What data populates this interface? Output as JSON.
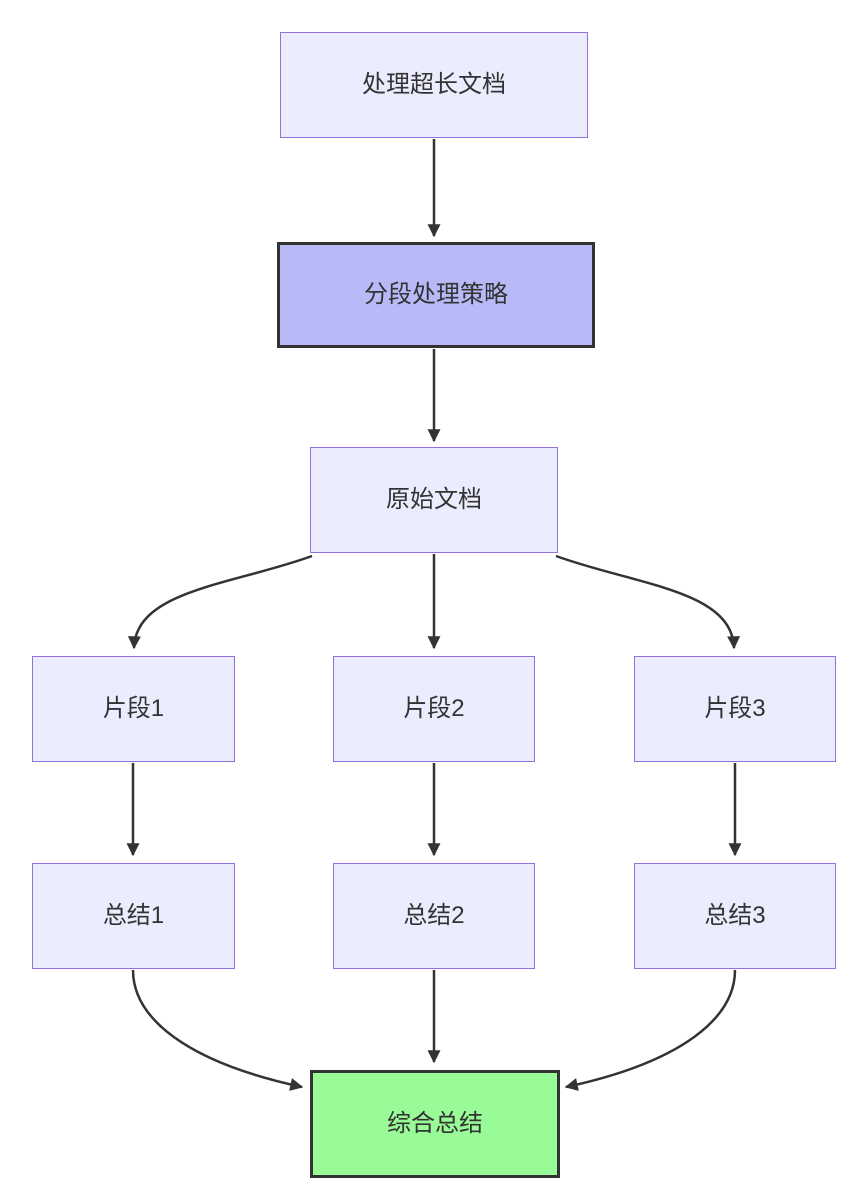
{
  "diagram": {
    "type": "flowchart-top-down",
    "nodes": [
      {
        "id": "A",
        "label": "处理超长文档",
        "style": "default"
      },
      {
        "id": "B",
        "label": "分段处理策略",
        "style": "emphasis-purple"
      },
      {
        "id": "C",
        "label": "原始文档",
        "style": "default"
      },
      {
        "id": "D1",
        "label": "片段1",
        "style": "default"
      },
      {
        "id": "D2",
        "label": "片段2",
        "style": "default"
      },
      {
        "id": "D3",
        "label": "片段3",
        "style": "default"
      },
      {
        "id": "E1",
        "label": "总结1",
        "style": "default"
      },
      {
        "id": "E2",
        "label": "总结2",
        "style": "default"
      },
      {
        "id": "E3",
        "label": "总结3",
        "style": "default"
      },
      {
        "id": "F",
        "label": "综合总结",
        "style": "emphasis-green"
      }
    ],
    "edges": [
      {
        "from": "A",
        "to": "B"
      },
      {
        "from": "B",
        "to": "C"
      },
      {
        "from": "C",
        "to": "D1"
      },
      {
        "from": "C",
        "to": "D2"
      },
      {
        "from": "C",
        "to": "D3"
      },
      {
        "from": "D1",
        "to": "E1"
      },
      {
        "from": "D2",
        "to": "E2"
      },
      {
        "from": "D3",
        "to": "E3"
      },
      {
        "from": "E1",
        "to": "F"
      },
      {
        "from": "E2",
        "to": "F"
      },
      {
        "from": "E3",
        "to": "F"
      }
    ],
    "colors": {
      "background": "#ffffff",
      "node_fill": "#ECECFF",
      "node_border": "#9370DB",
      "emphasis_purple_fill": "#b7baf7",
      "emphasis_green_fill": "#98FB98",
      "emphasis_border": "#333333",
      "edge": "#333333",
      "text": "#333333"
    }
  }
}
